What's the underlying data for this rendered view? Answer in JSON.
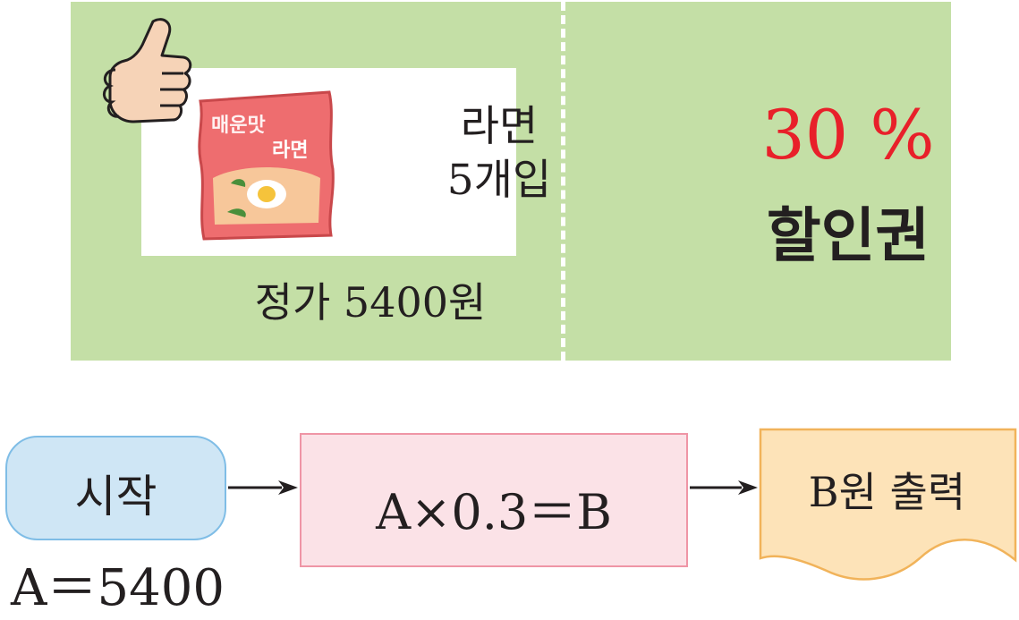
{
  "coupon": {
    "product_name_line1": "라면",
    "product_name_line2": "5개입",
    "ramen_package_text_1": "매운맛",
    "ramen_package_text_2": "라면",
    "price_label": "정가 5400원",
    "discount_rate": "30 %",
    "coupon_word": "할인권"
  },
  "flowchart": {
    "start_label": "시작",
    "initial_value": "A＝5400",
    "process_label": "A×0.3＝B",
    "output_label": "B원 출력"
  },
  "colors": {
    "coupon_background": "#c4dfa6",
    "discount_text": "#e8202a",
    "start_fill": "#cfe6f5",
    "process_fill": "#fbe2e7",
    "output_fill": "#fde3b8"
  }
}
